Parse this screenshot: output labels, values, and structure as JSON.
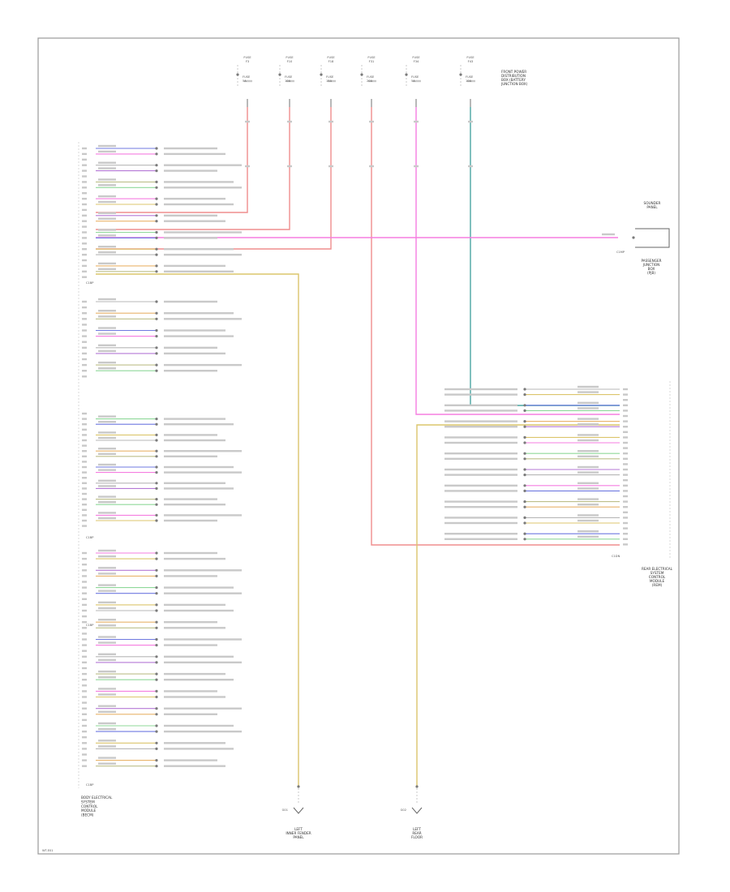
{
  "footer": {
    "code": "WT-E01"
  },
  "left_module": {
    "name_lines": [
      "BODY ELECTRICAL",
      "SYSTEM",
      "CONTROL",
      "MODULE",
      "(BECM)"
    ],
    "connectors": [
      "C1BP",
      "C1BP",
      "C1BP",
      "C1BP",
      "C1BP"
    ]
  },
  "fuse_box": {
    "note_lines": [
      "FRONT POWER",
      "DISTRIBUTION",
      "BOX (BATTERY",
      "JUNCTION BOX)"
    ],
    "fuses": [
      {
        "top": [
          "FUSE",
          "F3"
        ],
        "rating": [
          "FUSE",
          "5A"
        ]
      },
      {
        "top": [
          "FUSE",
          "F10"
        ],
        "rating": [
          "FUSE",
          "10A"
        ]
      },
      {
        "top": [
          "FUSE",
          "F18"
        ],
        "rating": [
          "FUSE",
          "15A"
        ]
      },
      {
        "top": [
          "FUSE",
          "F31"
        ],
        "rating": [
          "FUSE",
          "20A"
        ]
      },
      {
        "top": [
          "FUSE",
          "F34"
        ],
        "rating": [
          "FUSE",
          "5A"
        ]
      },
      {
        "top": [
          "FUSE",
          "F43"
        ],
        "rating": [
          "FUSE",
          "10A"
        ]
      }
    ]
  },
  "right_top_module": {
    "name_lines": [
      "SOUNDER",
      "PANEL"
    ],
    "label_lines": [
      "PASSENGER",
      "JUNCTION",
      "BOX",
      "(PJB)"
    ],
    "connector": "C1MP"
  },
  "right_module": {
    "name_lines": [
      "REAR ELECTRICAL",
      "SYSTEM",
      "CONTROL",
      "MODULE",
      "(REM)"
    ],
    "connector": "C1DN"
  },
  "grounds": [
    {
      "tag": "G01",
      "name_lines": [
        "LEFT",
        "INNER FENDER",
        "PANEL"
      ]
    },
    {
      "tag": "G02",
      "name_lines": [
        "LEFT",
        "REAR",
        "FLOOR"
      ]
    }
  ],
  "wire_colors": {
    "red": "#ef8d8d",
    "pink": "#f57ee0",
    "teal": "#4aa6a2",
    "yellow": "#dcc56c",
    "green": "#8fd89a",
    "blue": "#6f79e0",
    "gray": "#b7b7b7",
    "olive": "#bdbf8a",
    "orange": "#e9b46c",
    "purple": "#b578d6"
  }
}
